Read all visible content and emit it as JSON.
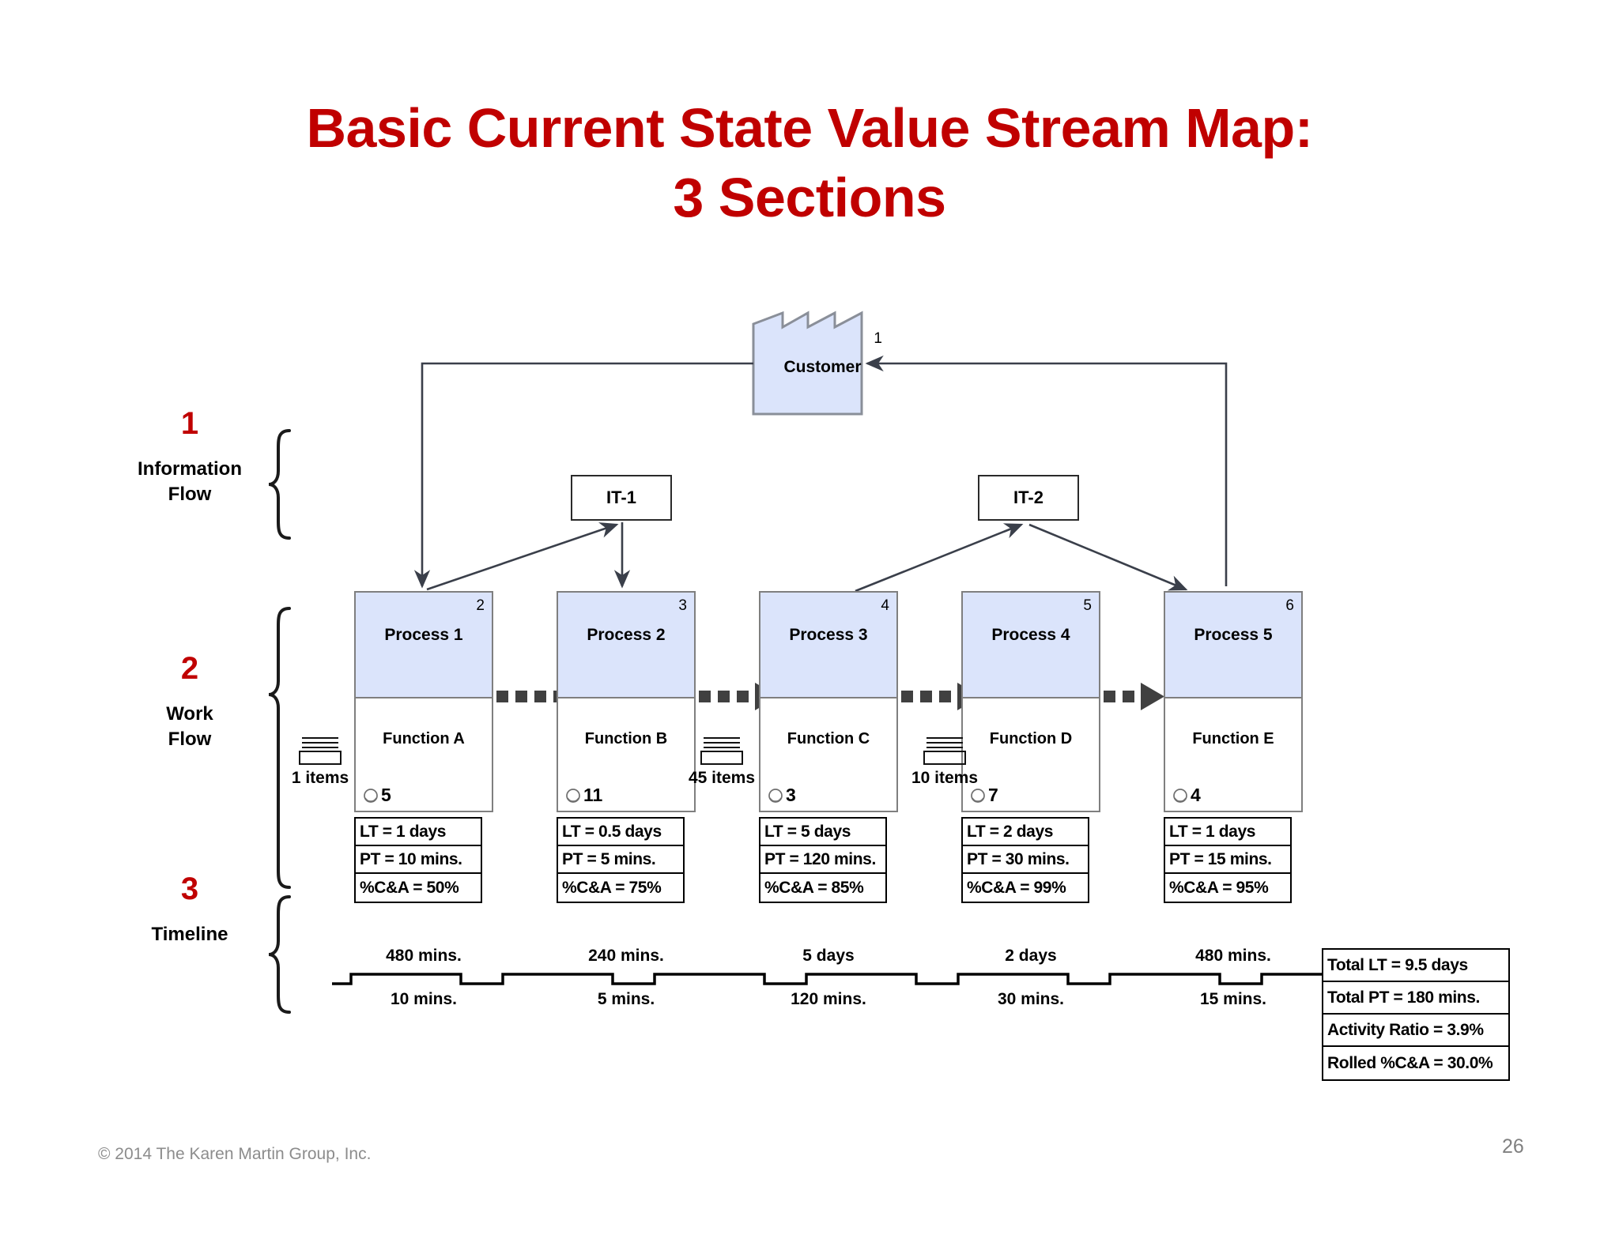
{
  "slide": {
    "title_line1": "Basic Current State Value Stream Map:",
    "title_line2": "3 Sections",
    "title_color": "#C00000",
    "page_number": "26",
    "copyright": "© 2014 The Karen Martin Group, Inc."
  },
  "sections": [
    {
      "number": "1",
      "name_line1": "Information",
      "name_line2": "Flow"
    },
    {
      "number": "2",
      "name_line1": "Work",
      "name_line2": "Flow"
    },
    {
      "number": "3",
      "name_line1": "Timeline",
      "name_line2": ""
    }
  ],
  "customer": {
    "label": "Customer",
    "number": "1"
  },
  "it_systems": [
    {
      "label": "IT-1"
    },
    {
      "label": "IT-2"
    }
  ],
  "processes": [
    {
      "number": "2",
      "process": "Process 1",
      "function": "Function A",
      "staff": "5",
      "lt": "LT = 1 days",
      "pt": "PT = 10 mins.",
      "ca": "%C&A = 50%",
      "timeline_top": "480 mins.",
      "timeline_bottom": "10 mins."
    },
    {
      "number": "3",
      "process": "Process 2",
      "function": "Function B",
      "staff": "11",
      "lt": "LT = 0.5 days",
      "pt": "PT = 5 mins.",
      "ca": "%C&A = 75%",
      "timeline_top": "240 mins.",
      "timeline_bottom": "5 mins."
    },
    {
      "number": "4",
      "process": "Process 3",
      "function": "Function C",
      "staff": "3",
      "lt": "LT = 5 days",
      "pt": "PT = 120 mins.",
      "ca": "%C&A = 85%",
      "timeline_top": "5 days",
      "timeline_bottom": "120 mins."
    },
    {
      "number": "5",
      "process": "Process 4",
      "function": "Function D",
      "staff": "7",
      "lt": "LT = 2 days",
      "pt": "PT = 30 mins.",
      "ca": "%C&A = 99%",
      "timeline_top": "2 days",
      "timeline_bottom": "30 mins."
    },
    {
      "number": "6",
      "process": "Process 5",
      "function": "Function E",
      "staff": "4",
      "lt": "LT = 1 days",
      "pt": "PT = 15 mins.",
      "ca": "%C&A = 95%",
      "timeline_top": "480 mins.",
      "timeline_bottom": "15 mins."
    }
  ],
  "inventories": [
    {
      "label": "1 items"
    },
    {
      "label": "45 items"
    },
    {
      "label": "10 items"
    }
  ],
  "summary": [
    {
      "text": "Total LT = 9.5 days"
    },
    {
      "text": "Total PT = 180 mins."
    },
    {
      "text": "Activity Ratio = 3.9%"
    },
    {
      "text": "Rolled %C&A = 30.0%"
    }
  ],
  "colors": {
    "title_red": "#C00000",
    "process_fill": "#DBE4FB",
    "process_border": "#7F7F7F",
    "push_arrow": "#404040",
    "footer_gray": "#8C8C8C"
  }
}
